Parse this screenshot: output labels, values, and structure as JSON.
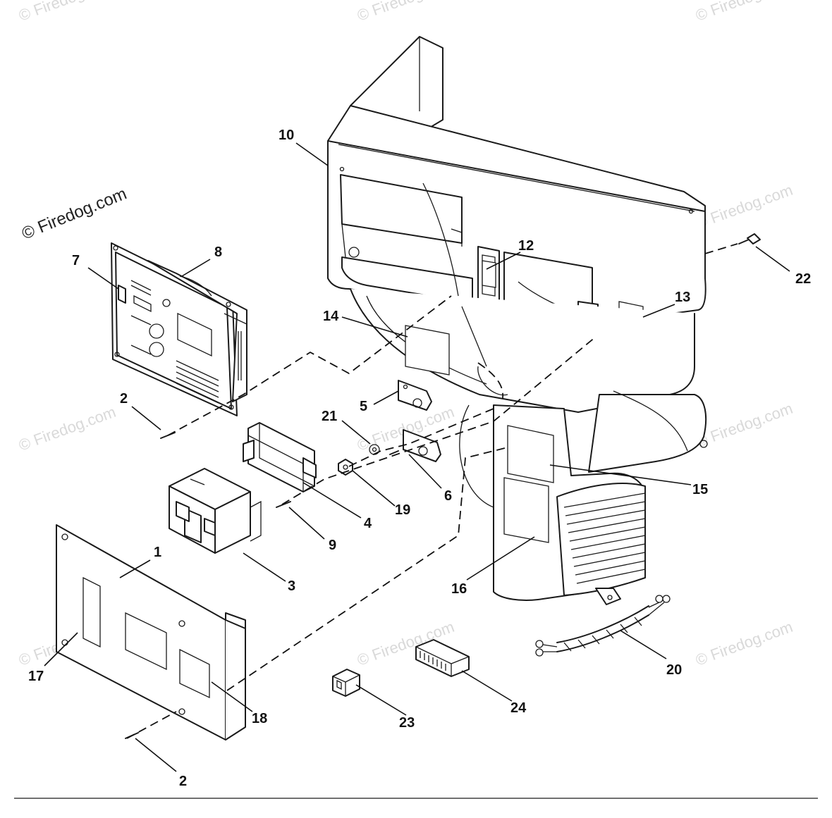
{
  "watermark": {
    "main": "© Firedog.com",
    "repeat": "© Firedog.com"
  },
  "callouts": [
    {
      "id": "c1",
      "text": "1"
    },
    {
      "id": "c2a",
      "text": "2"
    },
    {
      "id": "c2b",
      "text": "2"
    },
    {
      "id": "c3",
      "text": "3"
    },
    {
      "id": "c4",
      "text": "4"
    },
    {
      "id": "c5",
      "text": "5"
    },
    {
      "id": "c6",
      "text": "6"
    },
    {
      "id": "c7",
      "text": "7"
    },
    {
      "id": "c8",
      "text": "8"
    },
    {
      "id": "c9",
      "text": "9"
    },
    {
      "id": "c10",
      "text": "10"
    },
    {
      "id": "c12",
      "text": "12"
    },
    {
      "id": "c13",
      "text": "13"
    },
    {
      "id": "c14",
      "text": "14"
    },
    {
      "id": "c15",
      "text": "15"
    },
    {
      "id": "c16",
      "text": "16"
    },
    {
      "id": "c17",
      "text": "17"
    },
    {
      "id": "c18",
      "text": "18"
    },
    {
      "id": "c19",
      "text": "19"
    },
    {
      "id": "c20",
      "text": "20"
    },
    {
      "id": "c21",
      "text": "21"
    },
    {
      "id": "c22",
      "text": "22"
    },
    {
      "id": "c23",
      "text": "23"
    },
    {
      "id": "c24",
      "text": "24"
    }
  ]
}
